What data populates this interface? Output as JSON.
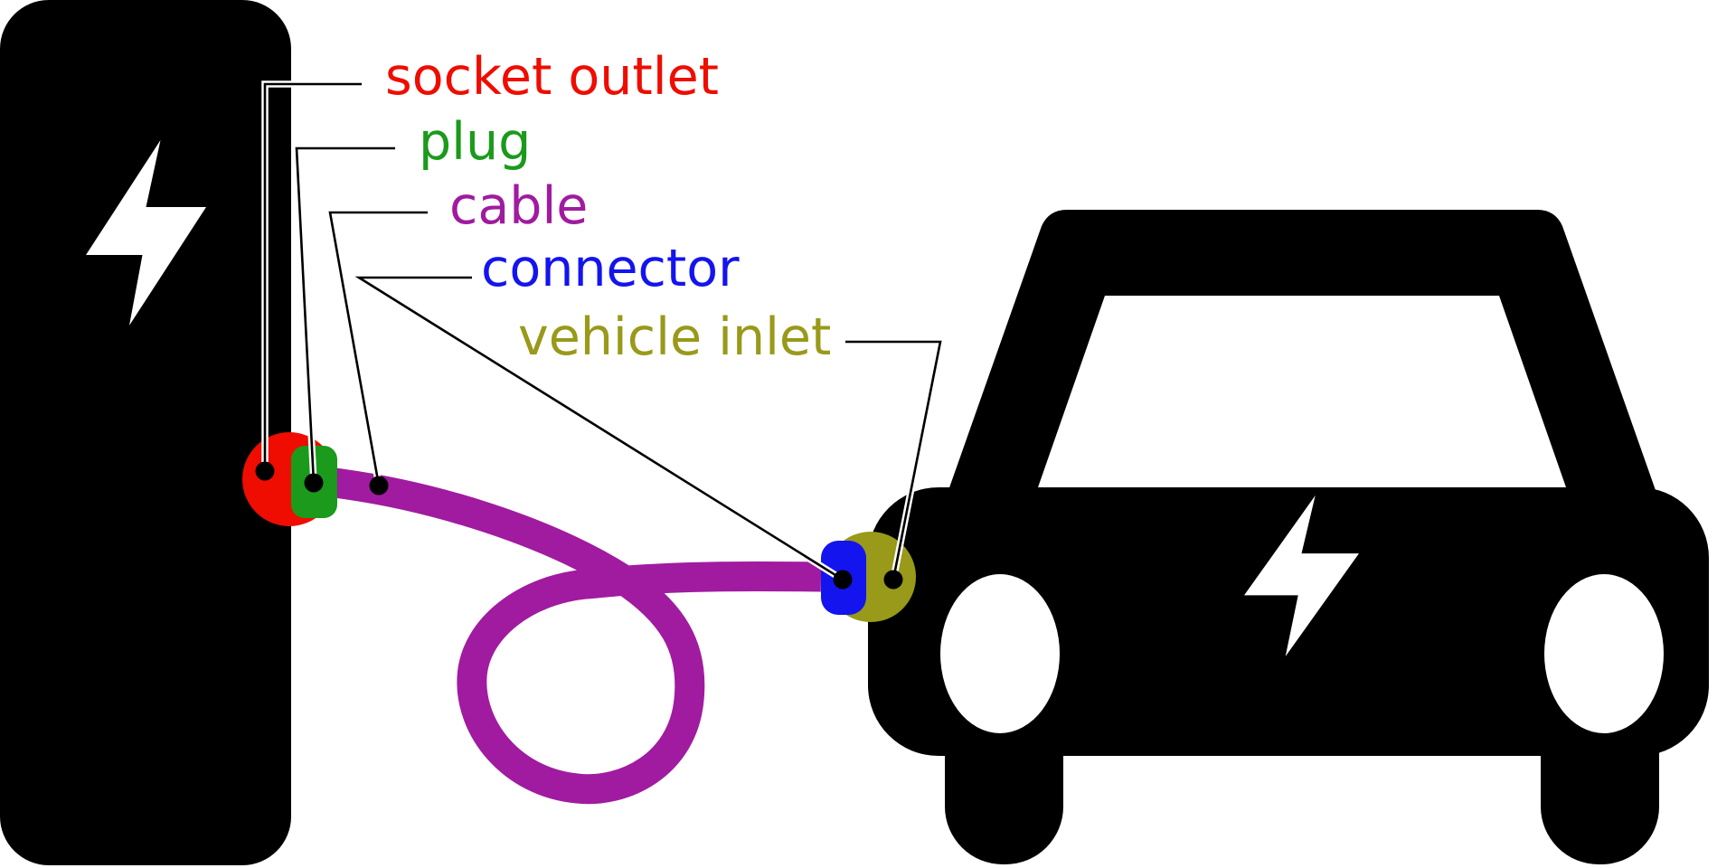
{
  "parts": {
    "socket_outlet": {
      "label": "socket outlet",
      "color": "#ee0d00"
    },
    "plug": {
      "label": "plug",
      "color": "#1b9a1b"
    },
    "cable": {
      "label": "cable",
      "color": "#a01ba0"
    },
    "connector": {
      "label": "connector",
      "color": "#1414ee"
    },
    "vehicle_inlet": {
      "label": "vehicle inlet",
      "color": "#99991a"
    }
  },
  "icons": {
    "station_bolt": "lightning-bolt",
    "car_bolt": "lightning-bolt",
    "station": "charging-station-silhouette",
    "car": "electric-car-silhouette"
  },
  "colors": {
    "silhouette": "#000000",
    "background": "#ffffff",
    "white": "#ffffff",
    "leader_line": "#000000",
    "leader_casing": "#ffffff",
    "dot": "#000000"
  }
}
